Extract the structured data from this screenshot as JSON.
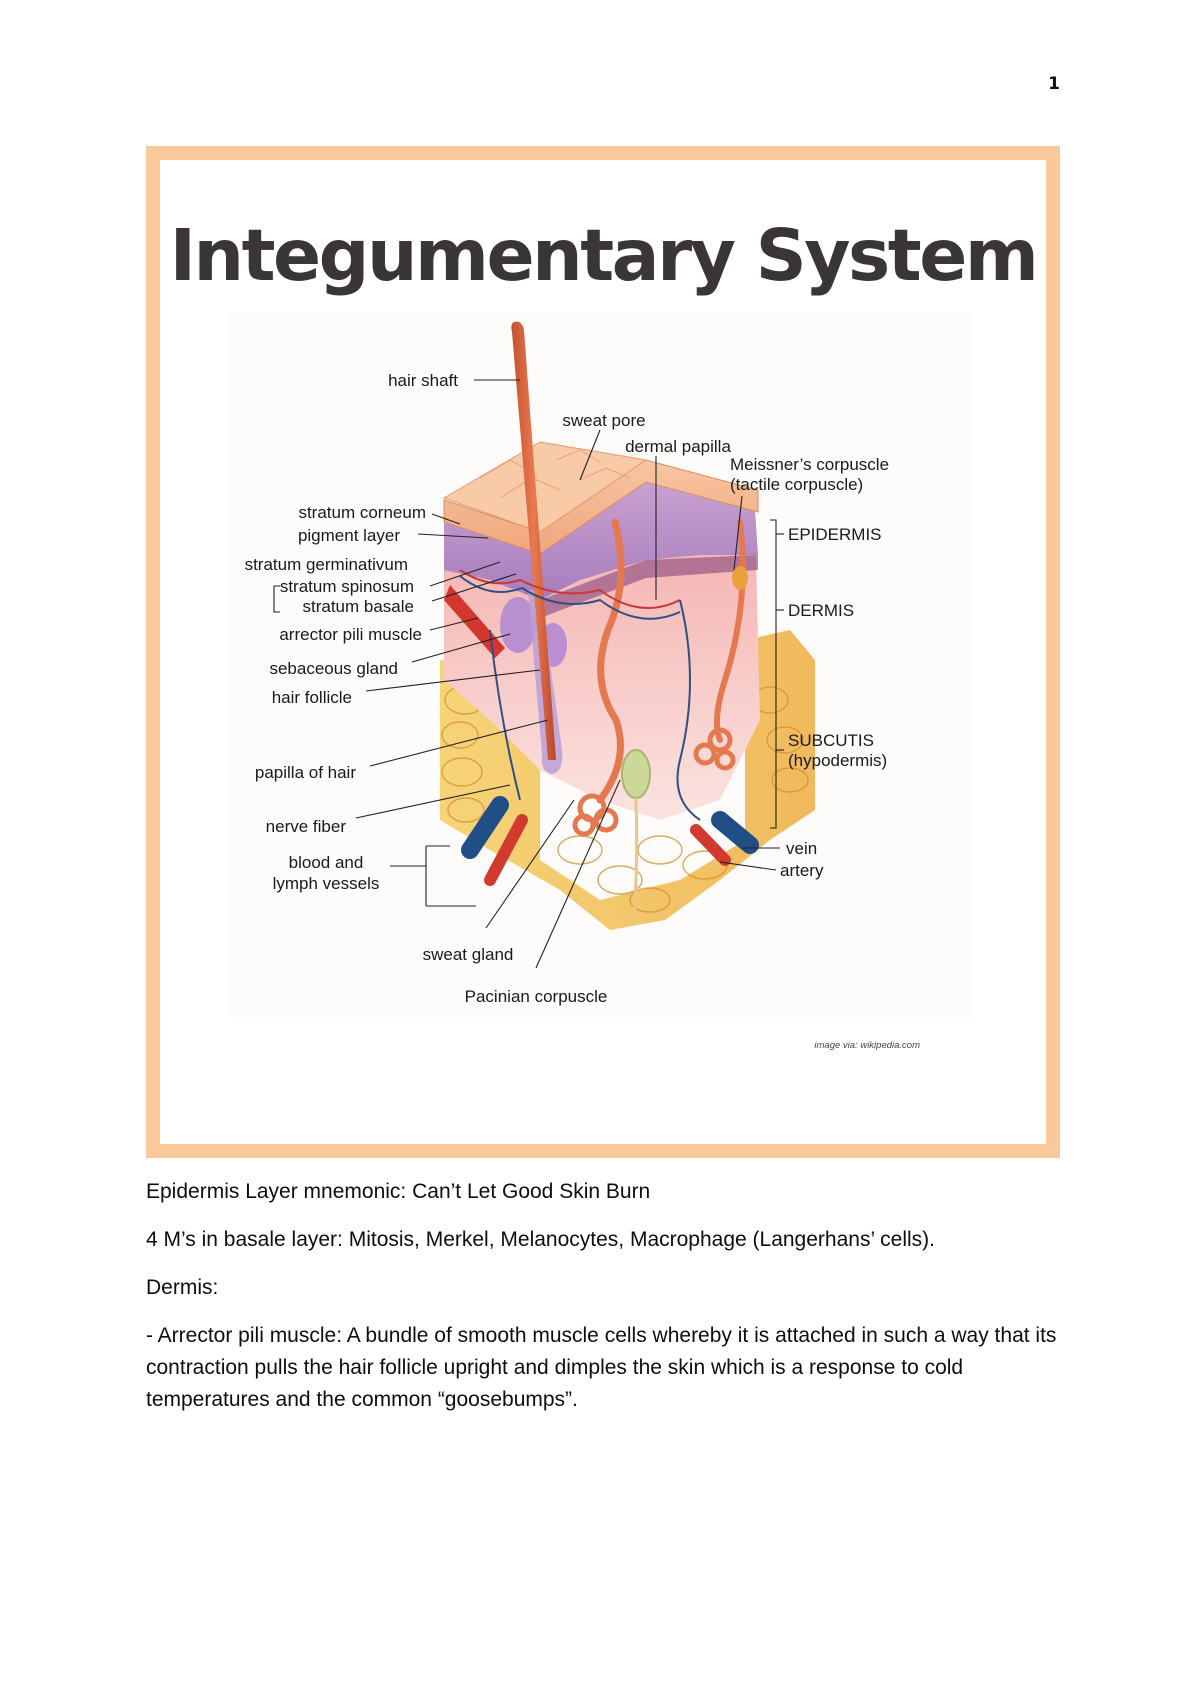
{
  "page": {
    "number": "1"
  },
  "figure": {
    "title": "Integumentary System",
    "credit": "image via: wikipedia.com",
    "labels": {
      "hair_shaft": "hair shaft",
      "sweat_pore": "sweat pore",
      "dermal_papilla": "dermal papilla",
      "meissner_1": "Meissner’s corpuscle",
      "meissner_2": "(tactile corpuscle)",
      "stratum_corneum": "stratum corneum",
      "pigment_layer": "pigment layer",
      "stratum_germinativum": "stratum germinativum",
      "stratum_spinosum": "stratum spinosum",
      "stratum_basale": "stratum basale",
      "arrector_pili": "arrector pili muscle",
      "sebaceous_gland": "sebaceous gland",
      "hair_follicle": "hair follicle",
      "papilla_of_hair": "papilla of hair",
      "nerve_fiber": "nerve fiber",
      "blood_lymph_1": "blood and",
      "blood_lymph_2": "lymph vessels",
      "sweat_gland": "sweat gland",
      "pacinian": "Pacinian corpuscle",
      "epidermis": "EPIDERMIS",
      "dermis": "DERMIS",
      "subcutis_1": "SUBCUTIS",
      "subcutis_2": "(hypodermis)",
      "vein": "vein",
      "artery": "artery"
    }
  },
  "text": {
    "mnemonic": "Epidermis Layer mnemonic: Can’t Let Good Skin Burn",
    "four_ms": "4 M’s in basale layer: Mitosis, Merkel, Melanocytes, Macrophage (Langerhans’ cells).",
    "dermis_heading": "Dermis:",
    "arrector_description": "- Arrector pili muscle: A bundle of smooth muscle cells whereby it is attached in such a way that its contraction pulls the hair follicle upright and dimples the skin which is a response to cold temperatures and the common “goosebumps”."
  }
}
